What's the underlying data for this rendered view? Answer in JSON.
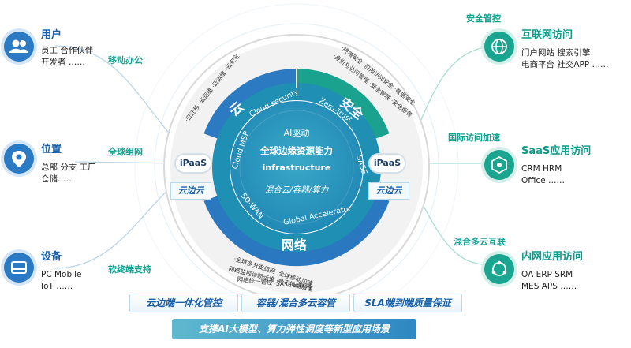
{
  "left": {
    "users": {
      "title": "用户",
      "desc": "员工 合作伙伴\n开发者 ……",
      "connector": "移动办公"
    },
    "location": {
      "title": "位置",
      "desc": "总部 分支 工厂\n仓储……",
      "connector": "全球组网"
    },
    "devices": {
      "title": "设备",
      "desc": "PC Mobile\nIoT ……",
      "connector": "软终端支持"
    }
  },
  "right": {
    "internet": {
      "title": "互联网访问",
      "desc": "门户网站 搜索引擎\n电商平台 社交APP ……",
      "connector": "安全管控"
    },
    "saas": {
      "title": "SaaS应用访问",
      "desc": "CRM HRM\nOffice ……",
      "connector": "国际访问加速"
    },
    "intranet": {
      "title": "内网应用访问",
      "desc": "OA ERP SRM\nMES APS ……",
      "connector": "混合多云互联"
    }
  },
  "ring": {
    "cloud": "云",
    "security": "安全",
    "network": "网络",
    "cloud_items": "·云迁移 ·云运维 ·云运维 ·云安全",
    "security_items_1": "·终端安全 ·应用访问安全 ·数据安全",
    "security_items_2": "·身份与访问管理 ·安全管理 ·安全服务",
    "network_items_1": "·全球多分支组网 ·全球移动加速",
    "network_items_2": "·网络监控诊断运维 ·骨干链路加速",
    "network_items_3": "·网络统一管控 ·SASE·云联网"
  },
  "core": {
    "ai": "AI驱动",
    "ability": "全球边缘资源能力",
    "infrastructure": "infrastructure",
    "hybrid": "混合云/容器/算力",
    "cloud_security": "Cloud security",
    "zero_trust": "Zero-Trust",
    "cloud_msp": "Cloud MSP",
    "sase": "SASE",
    "sd_wan": "SD-WAN",
    "global_accelerator": "Global Accelerator"
  },
  "ipaas": {
    "left": "iPaaS",
    "right": "iPaaS"
  },
  "edge": {
    "left": "云边云",
    "right": "云边云"
  },
  "bottom": {
    "box1": "云边端一体化管控",
    "box2": "容器/混合多云容管",
    "box3": "SLA端到端质量保证",
    "bar": "支撑AI大模型、算力弹性调度等新型应用场景"
  },
  "colors": {
    "blue": "#2b7ac4",
    "teal": "#19a590",
    "ring_blue": "#2f7dc3",
    "ring_teal": "#1aa28f"
  }
}
